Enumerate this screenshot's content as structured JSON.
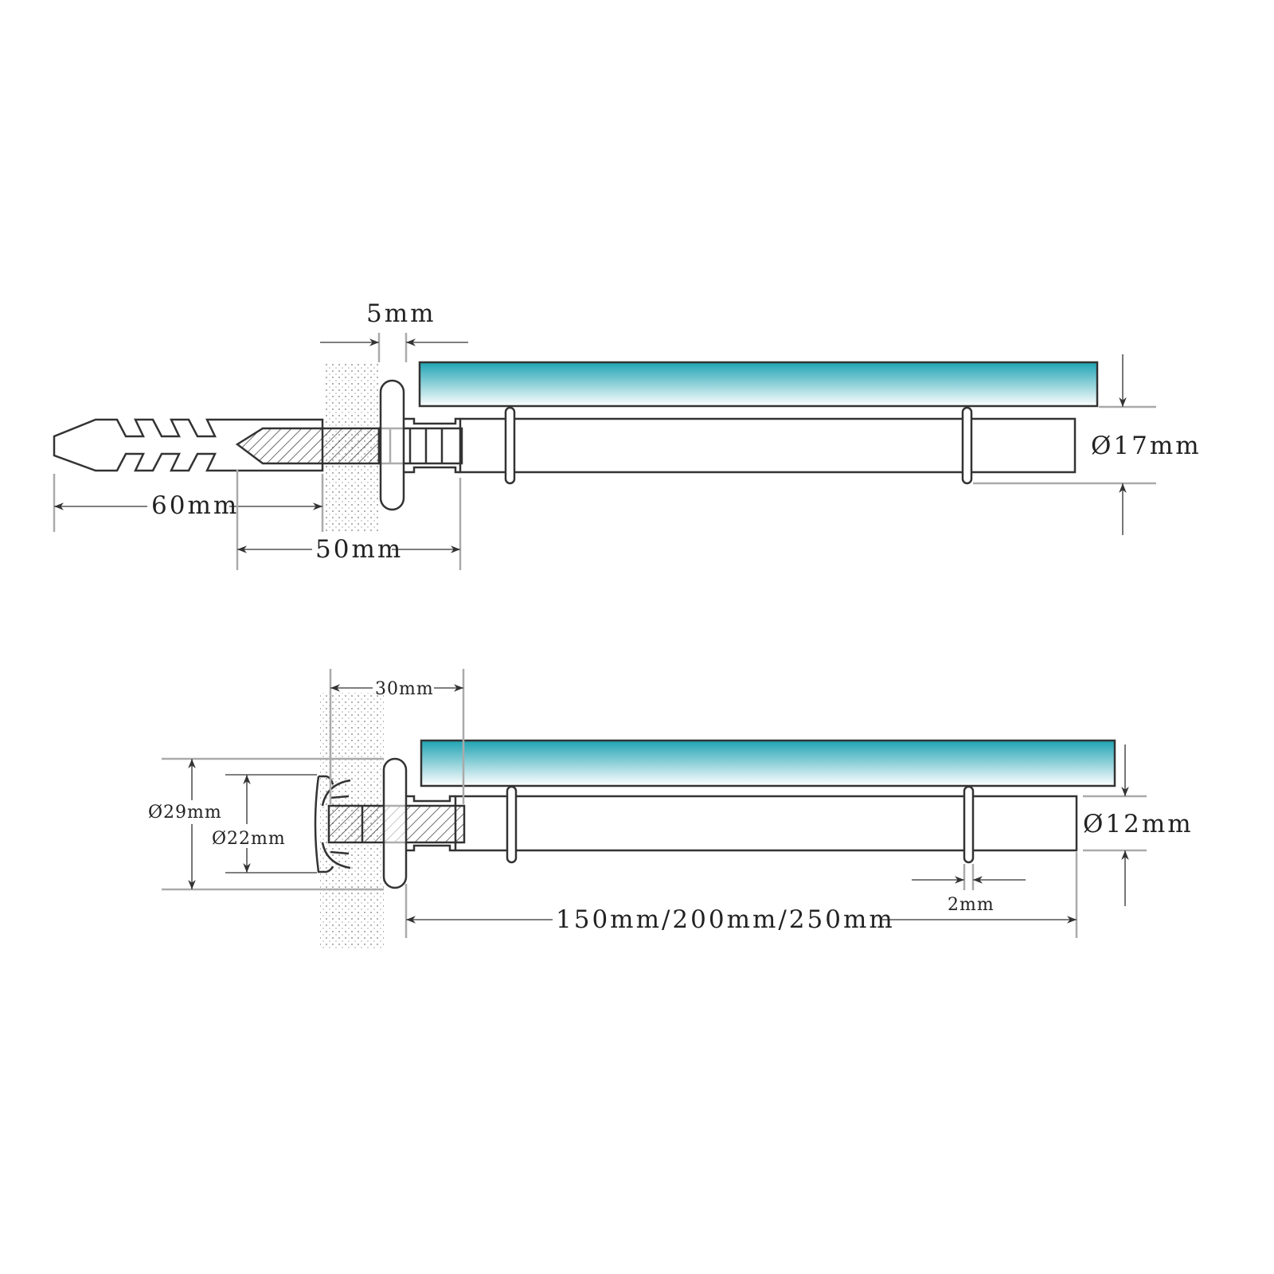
{
  "top_assembly": {
    "labels": {
      "rosette_thickness": "5mm",
      "anchor_length": "60mm",
      "screw_length": "50mm",
      "rod_diameter": "Ø17mm"
    }
  },
  "bottom_assembly": {
    "labels": {
      "depth": "30mm",
      "outer_diameter": "Ø29mm",
      "inner_diameter": "Ø22mm",
      "rod_diameter": "Ø12mm",
      "clip_width": "2mm",
      "rod_lengths": "150mm/200mm/250mm"
    }
  },
  "colors": {
    "glass_top": "#1fa3b3",
    "glass_bottom": "#ffffff",
    "line": "#333333"
  }
}
